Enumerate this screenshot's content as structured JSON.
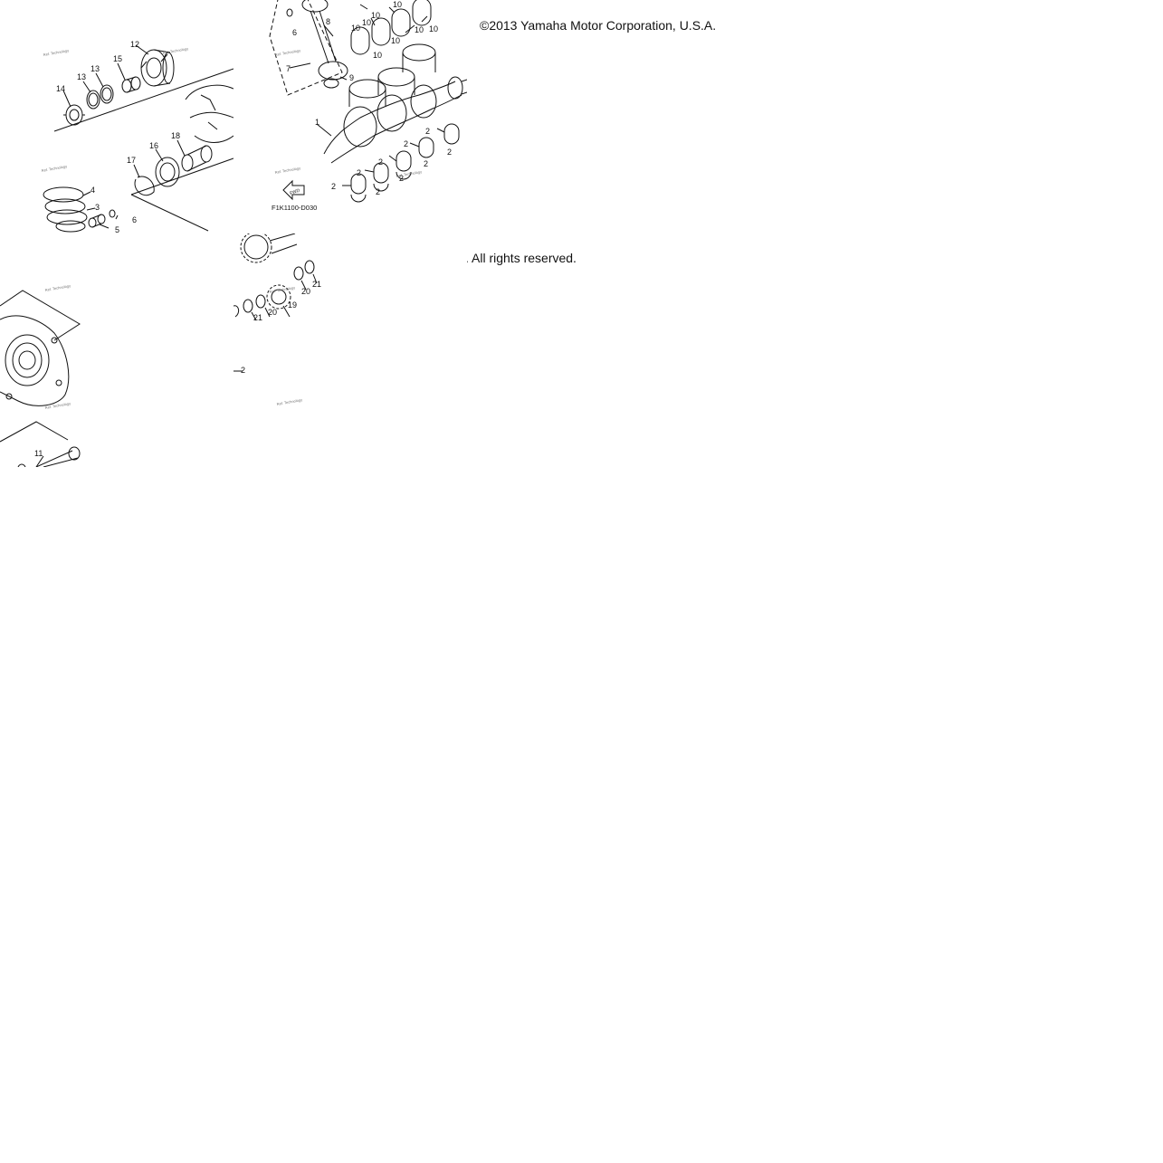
{
  "copyright_line": "©2013 Yamaha Motor Corporation, U.S.A.",
  "rights_line": ". All rights reserved.",
  "diagram_code": "F1K1100-D030",
  "fwd_label": "FWD",
  "watermark": "Ref. Technology",
  "callouts": {
    "c1": "1",
    "c2": "2",
    "c3": "3",
    "c4": "4",
    "c5": "5",
    "c6": "6",
    "c7": "7",
    "c8": "8",
    "c9": "9",
    "c10": "10",
    "c11": "11",
    "c12": "12",
    "c13": "13",
    "c14": "14",
    "c15": "15",
    "c16": "16",
    "c17": "17",
    "c18": "18",
    "c19": "19",
    "c20": "20",
    "c21": "21"
  }
}
